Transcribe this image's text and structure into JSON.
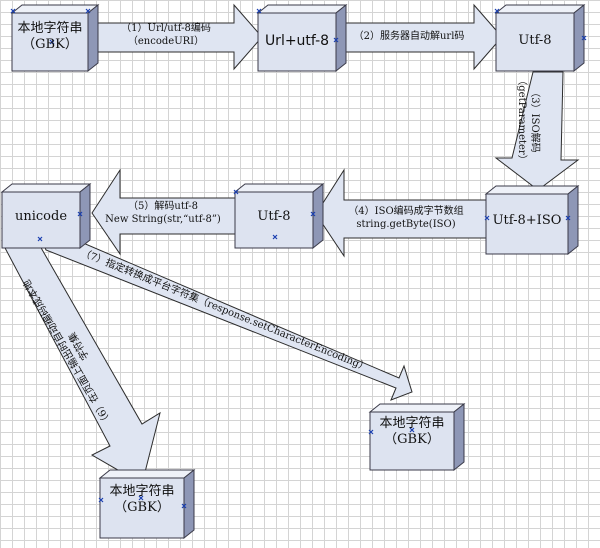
{
  "colors": {
    "box_front": "#dde3f0",
    "box_side": "#8e97b6",
    "box_top": "#eef1f8",
    "box_stroke": "#3a3a48",
    "arrow_fill": "#dfe5f2",
    "arrow_stroke": "#2c2c2c",
    "handle": "#1a3fb0"
  },
  "nodes": {
    "local_gbk_top": {
      "line1": "本地字符串",
      "line2": "（GBK）"
    },
    "url_utf8": {
      "line1": "Url+utf-8"
    },
    "utf8_top_right": {
      "line1": "Utf-8"
    },
    "utf8_iso": {
      "line1": "Utf-8+ISO"
    },
    "utf8_middle": {
      "line1": "Utf-8"
    },
    "unicode": {
      "line1": "unicode"
    },
    "local_gbk_right": {
      "line1": "本地字符串",
      "line2": "（GBK）"
    },
    "local_gbk_bottom": {
      "line1": "本地字符串",
      "line2": "（GBK）"
    }
  },
  "edges": {
    "e1": {
      "line1": "（1）Url/utf-8编码",
      "line2": "（encodeURI）"
    },
    "e2": {
      "line1": "（2）服务器自动解url码"
    },
    "e3": {
      "line1": "（3）ISO解码",
      "line2": "（getParameter）"
    },
    "e4": {
      "line1": "（4）ISO编码成字节数组",
      "line2": "string.getByte(ISO)"
    },
    "e5": {
      "line1": "（5）解码utf-8",
      "line2": "New String(str,“utf-8”)"
    },
    "e6": {
      "line1": "（6）在页面上输出时自动编码成本地",
      "line2": "字符集"
    },
    "e7": {
      "line1": "（7）指定转换成平台字符集（response.setCharacterEncoding）"
    }
  }
}
